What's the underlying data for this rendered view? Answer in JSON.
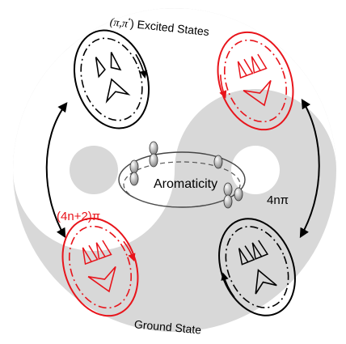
{
  "labels": {
    "excited_prefix": "(π,π",
    "excited_star": "*",
    "excited_rest": ") Excited States",
    "ground": "Ground State",
    "aromaticity": "Aromaticity",
    "four_n_two_pi": "(4n+2)π",
    "four_n_pi": "4nπ"
  },
  "colors": {
    "accent_red": "#e8141b",
    "ink": "#000000",
    "yin_gray": "#d8d8d8",
    "yang_white": "#ffffff"
  },
  "icons": {
    "top_left": "sad-face-icon",
    "top_right": "happy-face-icon",
    "bottom_left": "happy-face-icon",
    "bottom_right": "sad-face-icon",
    "center": "p-orbital-ring-icon",
    "background": "yin-yang-icon"
  }
}
